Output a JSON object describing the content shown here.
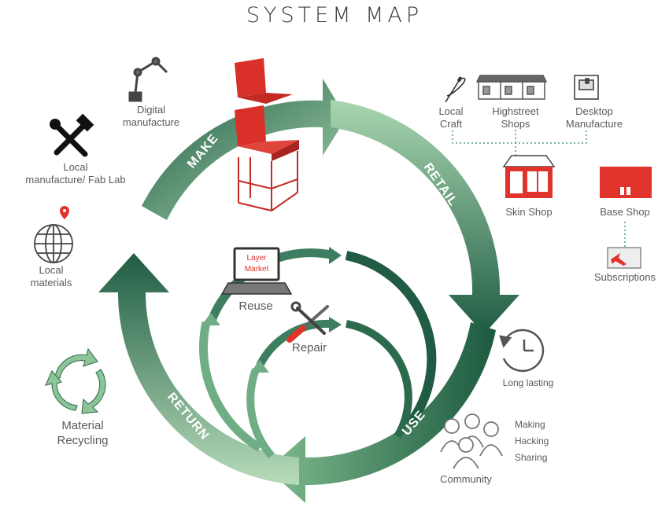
{
  "title": "SYSTEM MAP",
  "cycle": {
    "make": "MAKE",
    "retail": "RETAIL",
    "use": "USE",
    "return": "RETURN"
  },
  "inner": {
    "reuse": "Reuse",
    "repair": "Repair",
    "laptop_screen_line1": "Layer",
    "laptop_screen_line2": "Market"
  },
  "make_side": {
    "digital_line1": "Digital",
    "digital_line2": "manufacture",
    "fablab_line1": "Local",
    "fablab_line2": "manufacture/ Fab Lab",
    "materials_line1": "Local",
    "materials_line2": "materials"
  },
  "retail_side": {
    "craft_line1": "Local",
    "craft_line2": "Craft",
    "highstreet_line1": "Highstreet",
    "highstreet_line2": "Shops",
    "desktop_line1": "Desktop",
    "desktop_line2": "Manufacture",
    "skin_shop": "Skin Shop",
    "base_shop": "Base Shop",
    "subscriptions": "Subscriptions"
  },
  "use_side": {
    "long_lasting": "Long lasting",
    "making": "Making",
    "hacking": "Hacking",
    "sharing": "Sharing",
    "community": "Community"
  },
  "return_side": {
    "recycling_line1": "Material",
    "recycling_line2": "Recycling"
  },
  "colors": {
    "dark_green": "#1f5c43",
    "mid_green": "#3f8a5e",
    "light_green": "#8ec49a",
    "accent_red": "#e0332b",
    "dotted_green": "#4f9f76"
  }
}
